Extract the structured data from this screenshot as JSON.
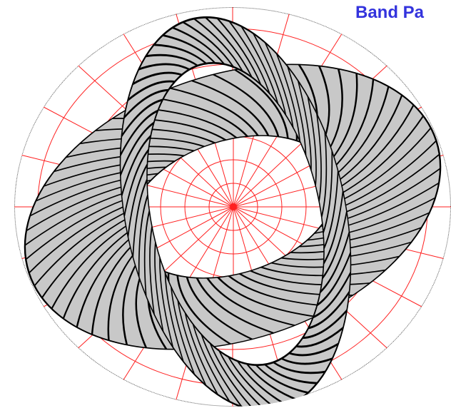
{
  "title": "Band Pa",
  "colors": {
    "title": "#3333dd",
    "grid": "#ff2020",
    "band_fill": "#c8c8c8",
    "band_line": "#000000",
    "background": "#ffffff"
  },
  "diagram": {
    "globe": {
      "parallels": 5,
      "meridians": 24
    },
    "pole": {
      "parallels": 4,
      "meridians": 24
    },
    "bands": [
      {
        "name": "vertical-band",
        "stripes": 20
      },
      {
        "name": "diagonal-band",
        "stripes": 20
      }
    ]
  }
}
